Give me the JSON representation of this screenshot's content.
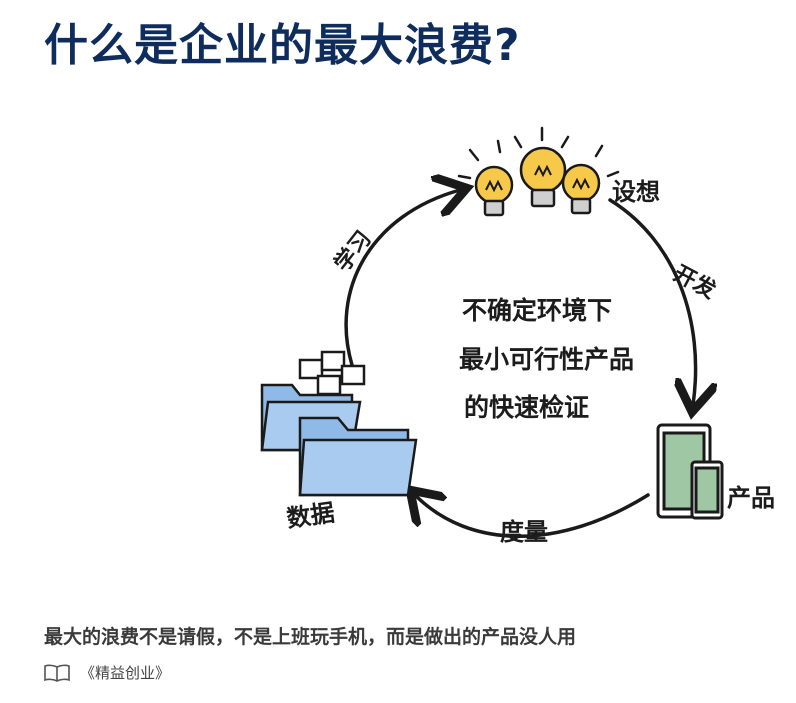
{
  "title": "什么是企业的最大浪费?",
  "diagram": {
    "nodes": {
      "idea": "设想",
      "build": "开发",
      "product": "产品",
      "measure": "度量",
      "data": "数据",
      "learn": "学习"
    },
    "center_lines": [
      "不确定环境下",
      "最小可行性产品",
      "的快速检证"
    ]
  },
  "caption": "最大的浪费不是请假，不是上班玩手机，而是做出的产品没人用",
  "source": {
    "icon": "book-icon",
    "text": "《精益创业》"
  },
  "colors": {
    "title": "#0f2d5c",
    "bulb": "#f6c94a",
    "folder": "#8fb9e6",
    "phone": "#9fc7a4"
  }
}
